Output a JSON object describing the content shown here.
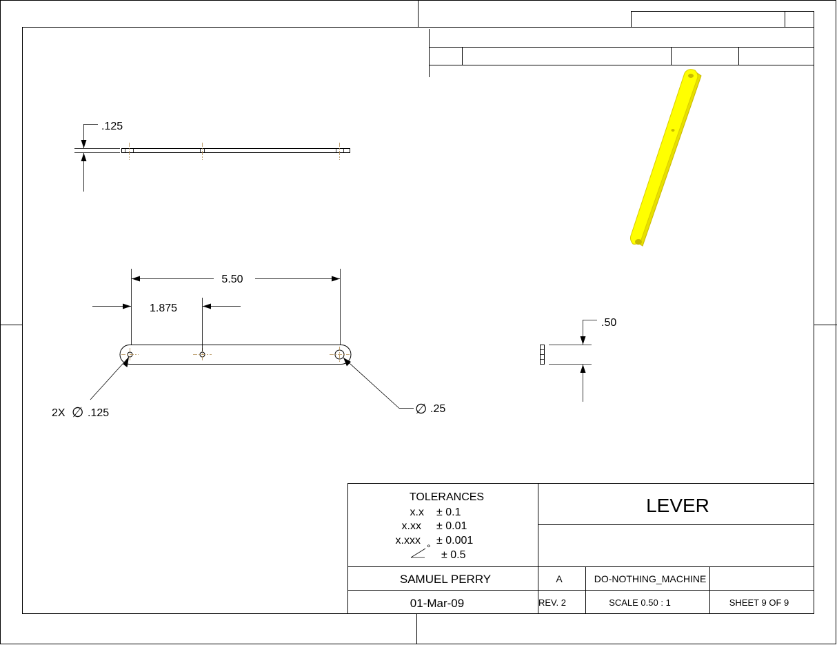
{
  "dimensions": {
    "side_thickness": ".125",
    "overall_length": "5.50",
    "hole_spacing": "1.875",
    "small_holes_prefix": "2X",
    "small_holes_dia": ".125",
    "large_hole_dia": ".25",
    "end_width": ".50",
    "diameter_symbol": "∅"
  },
  "title_block": {
    "tolerances_heading": "TOLERANCES",
    "tolerances": [
      {
        "label": "x.x",
        "value": "± 0.1"
      },
      {
        "label": "x.xx",
        "value": "± 0.01"
      },
      {
        "label": "x.xxx",
        "value": "± 0.001"
      },
      {
        "label": "°",
        "value": "± 0.5"
      }
    ],
    "part_name": "LEVER",
    "drawn_by": "SAMUEL PERRY",
    "size": "A",
    "project": "DO-NOTHING_MACHINE",
    "date": "01-Mar-09",
    "revision": "REV. 2",
    "scale": "SCALE 0.50 : 1",
    "sheet": "SHEET 9 OF 9"
  },
  "colors": {
    "part_fill": "#ffff00",
    "part_edge": "#e0d000",
    "centerline": "#b08a50"
  }
}
